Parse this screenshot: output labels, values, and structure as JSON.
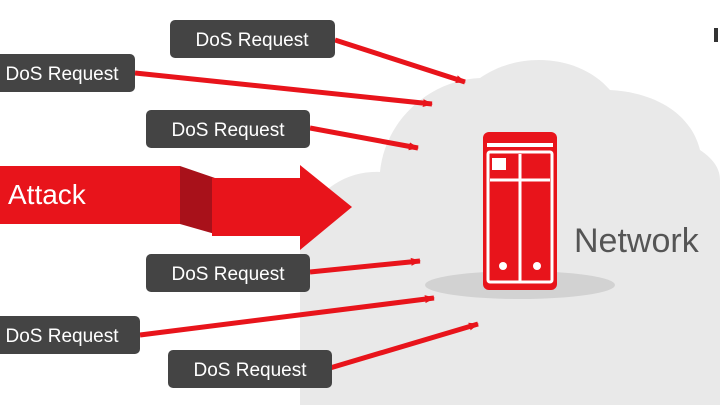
{
  "diagram": {
    "requests": [
      {
        "label": "DoS Request"
      },
      {
        "label": "DoS Request"
      },
      {
        "label": "DoS Request"
      },
      {
        "label": "DoS Request"
      },
      {
        "label": "DoS Request"
      },
      {
        "label": "DoS Request"
      }
    ],
    "attack_label": "Attack",
    "network_label": "Network",
    "colors": {
      "accent": "#e8141b",
      "accent_dark": "#a8111a",
      "label_bg": "#444444",
      "cloud": "#e9e9e9",
      "network_text": "#555555"
    },
    "icons": [
      "server-icon",
      "cloud-shape",
      "arrow-icon"
    ]
  }
}
